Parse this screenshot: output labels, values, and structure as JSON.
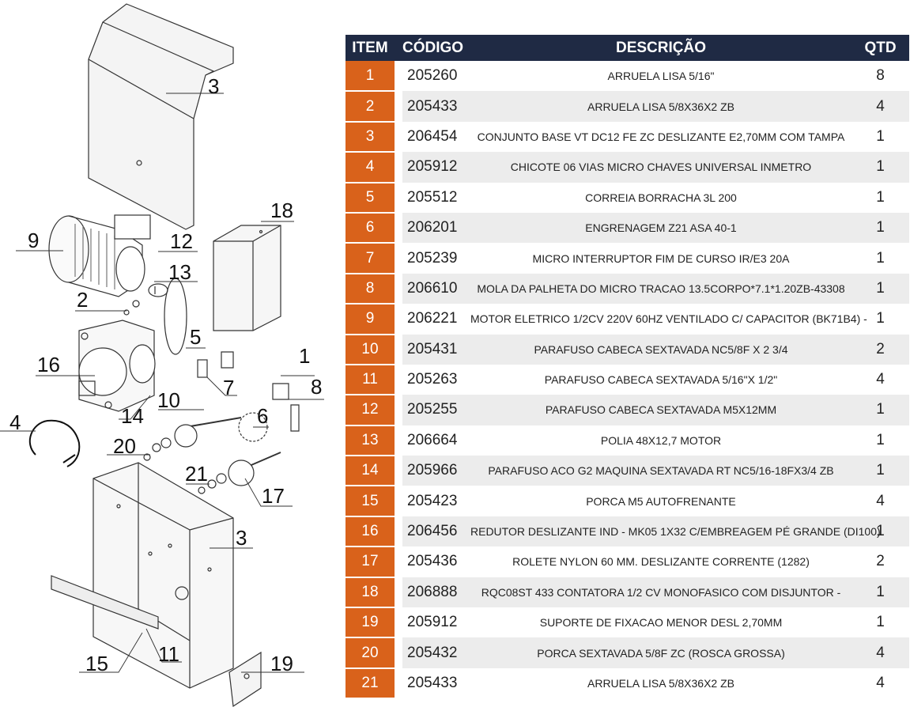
{
  "table": {
    "headers": {
      "item": "ITEM",
      "code": "CÓDIGO",
      "description": "DESCRIÇÃO",
      "qty": "QTD"
    },
    "rows": [
      {
        "item": "1",
        "code": "205260",
        "description": "ARRUELA LISA 5/16\"",
        "qty": "8"
      },
      {
        "item": "2",
        "code": "205433",
        "description": "ARRUELA LISA 5/8X36X2 ZB",
        "qty": "4"
      },
      {
        "item": "3",
        "code": "206454",
        "description": "CONJUNTO BASE VT DC12 FE ZC DESLIZANTE E2,70MM COM TAMPA",
        "qty": "1"
      },
      {
        "item": "4",
        "code": "205912",
        "description": "CHICOTE 06 VIAS MICRO CHAVES UNIVERSAL INMETRO",
        "qty": "1"
      },
      {
        "item": "5",
        "code": "205512",
        "description": "CORREIA BORRACHA 3L 200",
        "qty": "1"
      },
      {
        "item": "6",
        "code": "206201",
        "description": "ENGRENAGEM Z21 ASA 40-1",
        "qty": "1"
      },
      {
        "item": "7",
        "code": "205239",
        "description": "MICRO INTERRUPTOR FIM DE CURSO IR/E3 20A",
        "qty": "1"
      },
      {
        "item": "8",
        "code": "206610",
        "description": "MOLA DA PALHETA DO MICRO TRACAO 13.5CORPO*7.1*1.20ZB-43308",
        "qty": "1"
      },
      {
        "item": "9",
        "code": "206221",
        "description": "MOTOR ELETRICO 1/2CV 220V 60HZ VENTILADO C/ CAPACITOR (BK71B4) -",
        "qty": "1"
      },
      {
        "item": "10",
        "code": "205431",
        "description": "PARAFUSO CABECA SEXTAVADA NC5/8F X 2 3/4",
        "qty": "2"
      },
      {
        "item": "11",
        "code": "205263",
        "description": "PARAFUSO CABECA SEXTAVADA 5/16\"X 1/2\"",
        "qty": "4"
      },
      {
        "item": "12",
        "code": "205255",
        "description": "PARAFUSO CABECA SEXTAVADA M5X12MM",
        "qty": "1"
      },
      {
        "item": "13",
        "code": "206664",
        "description": "POLIA 48X12,7 MOTOR",
        "qty": "1"
      },
      {
        "item": "14",
        "code": "205966",
        "description": "PARAFUSO ACO G2 MAQUINA SEXTAVADA RT NC5/16-18FX3/4 ZB",
        "qty": "1"
      },
      {
        "item": "15",
        "code": "205423",
        "description": "PORCA  M5 AUTOFRENANTE",
        "qty": "4"
      },
      {
        "item": "16",
        "code": "206456",
        "description": "REDUTOR DESLIZANTE IND - MK05 1X32 C/EMBREAGEM PÉ GRANDE (DI100)",
        "qty": "1"
      },
      {
        "item": "17",
        "code": "205436",
        "description": "ROLETE NYLON 60 MM. DESLIZANTE CORRENTE (1282)",
        "qty": "2"
      },
      {
        "item": "18",
        "code": "206888",
        "description": "RQC08ST 433 CONTATORA 1/2 CV MONOFASICO COM DISJUNTOR -",
        "qty": "1"
      },
      {
        "item": "19",
        "code": "205912",
        "description": "SUPORTE DE FIXACAO MENOR DESL 2,70MM",
        "qty": "1"
      },
      {
        "item": "20",
        "code": "205432",
        "description": "PORCA SEXTAVADA 5/8F ZC (ROSCA GROSSA)",
        "qty": "4"
      },
      {
        "item": "21",
        "code": "205433",
        "description": "ARRUELA LISA 5/8X36X2 ZB",
        "qty": "4"
      }
    ]
  },
  "diagram": {
    "callouts": {
      "c3_top": "3",
      "c18": "18",
      "c9": "9",
      "c12": "12",
      "c13": "13",
      "c2": "2",
      "c5": "5",
      "c16": "16",
      "c1": "1",
      "c8": "8",
      "c7": "7",
      "c10": "10",
      "c14": "14",
      "c6": "6",
      "c4": "4",
      "c20": "20",
      "c21": "21",
      "c17": "17",
      "c3_bottom": "3",
      "c15": "15",
      "c11": "11",
      "c19": "19"
    }
  },
  "colors": {
    "header_bg": "#1f2a44",
    "item_bg": "#d9621b",
    "stripe": "#ececec"
  }
}
